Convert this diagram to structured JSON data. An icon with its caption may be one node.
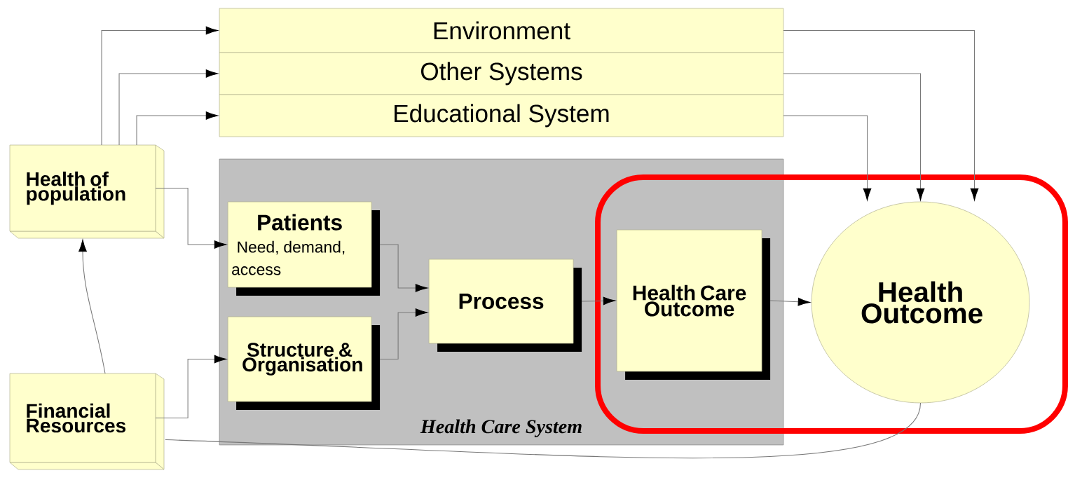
{
  "diagram": {
    "nodes": [
      {
        "text": [
          "Environment"
        ]
      },
      {
        "text": [
          "Other Systems"
        ]
      },
      {
        "text": [
          "Educational System"
        ]
      },
      {
        "text": [
          "Health of population"
        ]
      },
      {
        "text": [
          "Health Care System"
        ]
      },
      {
        "text": [
          "Patients",
          "Need, demand, access"
        ],
        "in": 4
      },
      {
        "text": [
          "Structure & Organisation"
        ],
        "in": 4
      },
      {
        "text": [
          "Process"
        ],
        "in": 4
      },
      {
        "text": [
          "Health Care Outcome"
        ],
        "in": 4
      },
      {
        "text": [
          "Health Outcome"
        ]
      },
      {
        "text": [
          "Financial Resources"
        ]
      }
    ],
    "edges": [
      {
        "from": 3,
        "to": 0,
        "arrow": "to"
      },
      {
        "from": 3,
        "to": 1,
        "arrow": "to"
      },
      {
        "from": 3,
        "to": 2,
        "arrow": "to"
      },
      {
        "from": 3,
        "to": 5,
        "arrow": "to"
      },
      {
        "from": 10,
        "to": 6,
        "arrow": "to"
      },
      {
        "from": 5,
        "to": 7,
        "arrow": "to"
      },
      {
        "from": 6,
        "to": 7,
        "arrow": "to"
      },
      {
        "from": 7,
        "to": 8,
        "arrow": "to"
      },
      {
        "from": 8,
        "to": 9,
        "arrow": "to"
      },
      {
        "from": 0,
        "to": 9,
        "arrow": "to"
      },
      {
        "from": 1,
        "to": 9,
        "arrow": "to"
      },
      {
        "from": 2,
        "to": 9,
        "arrow": "to"
      },
      {
        "from": 10,
        "to": 3,
        "arrow": "to"
      },
      {
        "from": 9,
        "to": 10,
        "arrow": "none"
      }
    ]
  }
}
